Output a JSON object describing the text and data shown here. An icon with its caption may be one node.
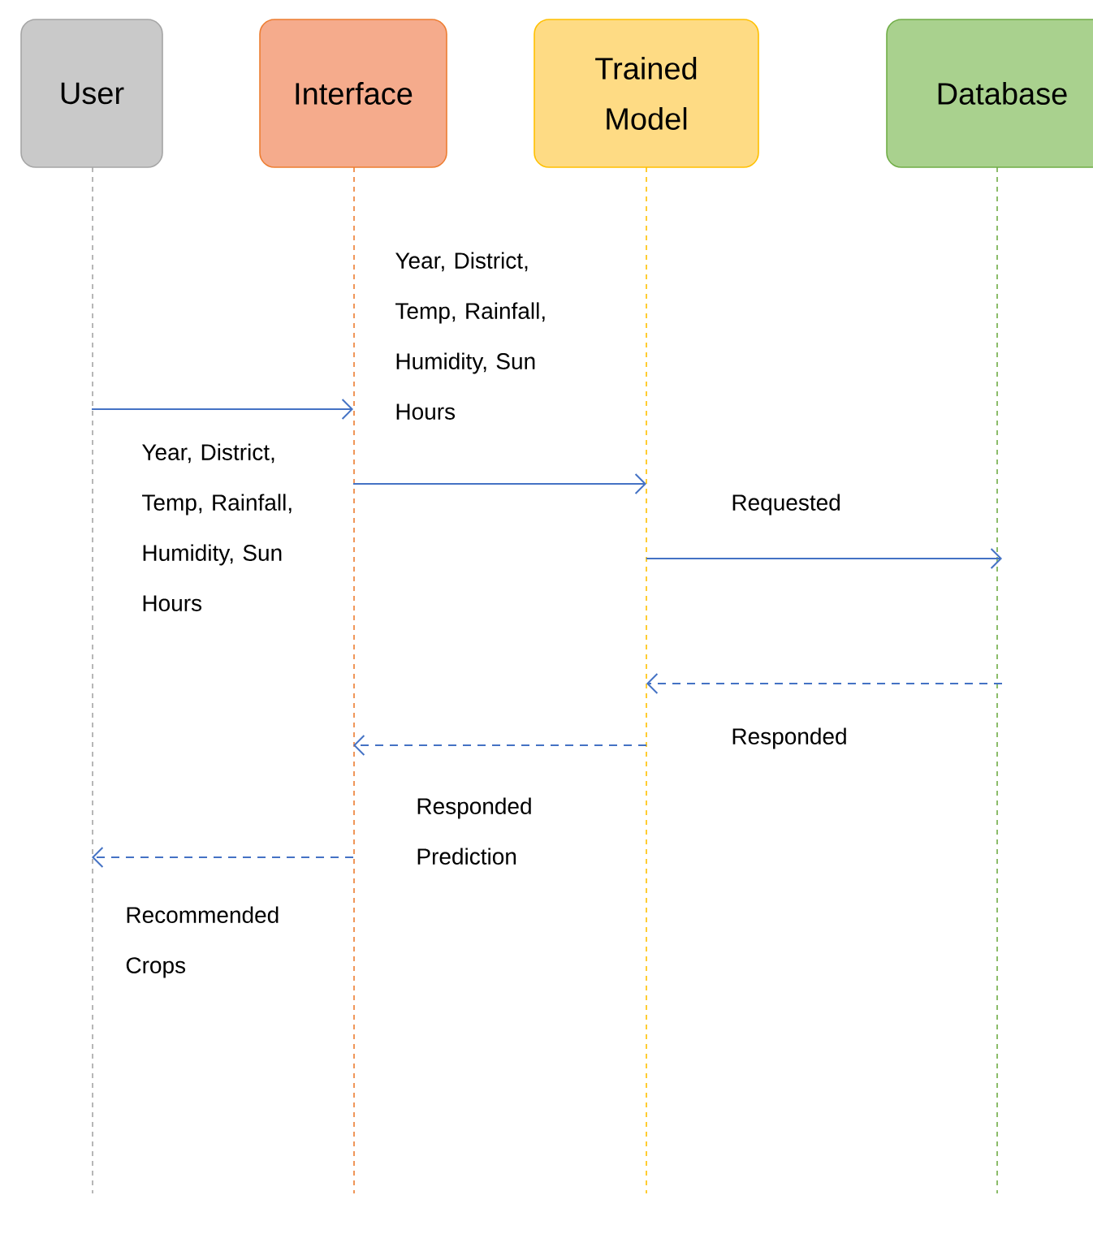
{
  "diagram": {
    "nodes": [
      {
        "text": [
          "User"
        ]
      },
      {
        "text": [
          "Interface"
        ]
      },
      {
        "text": [
          "Trained Model"
        ]
      },
      {
        "text": [
          "Database"
        ]
      }
    ],
    "edges": [
      {
        "from": 0,
        "to": 1,
        "arrow": "to",
        "label": "Year, District, Temp, Rainfall, Humidity, Sun Hours"
      },
      {
        "from": 1,
        "to": 2,
        "arrow": "to",
        "label": "Year, District, Temp, Rainfall, Humidity, Sun Hours"
      },
      {
        "from": 2,
        "to": 3,
        "arrow": "to",
        "label": "Requested"
      },
      {
        "from": 3,
        "to": 2,
        "arrow": "to",
        "label": "Responded",
        "style": "dashed"
      },
      {
        "from": 2,
        "to": 1,
        "arrow": "to",
        "label": "Responded Prediction",
        "style": "dashed"
      },
      {
        "from": 1,
        "to": 0,
        "arrow": "to",
        "label": "Recommended Crops",
        "style": "dashed"
      }
    ]
  }
}
